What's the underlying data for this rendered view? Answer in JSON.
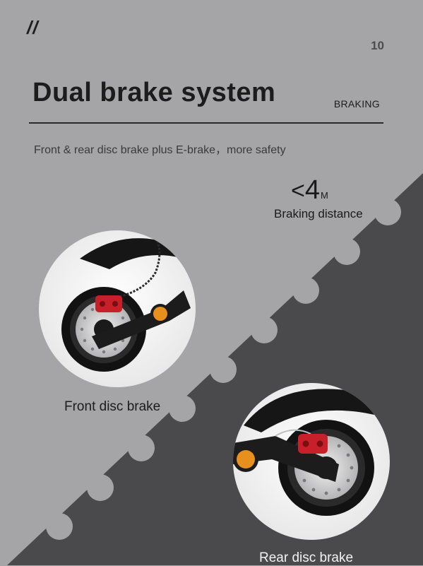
{
  "header": {
    "quote_mark": "//",
    "page_number": "10",
    "title": "Dual brake system",
    "section_tag": "BRAKING",
    "subtitle": "Front & rear disc brake plus E-brake，more safety"
  },
  "metric": {
    "symbol": "<",
    "value": "4",
    "unit": "M",
    "label": "Braking distance"
  },
  "features": [
    {
      "caption": "Front disc brake"
    },
    {
      "caption": "Rear disc brake"
    }
  ],
  "colors": {
    "background_light": "#a5a5a7",
    "background_dark": "#4a4a4c",
    "caliper_red": "#c8202a",
    "reflector_orange": "#e8901e"
  }
}
